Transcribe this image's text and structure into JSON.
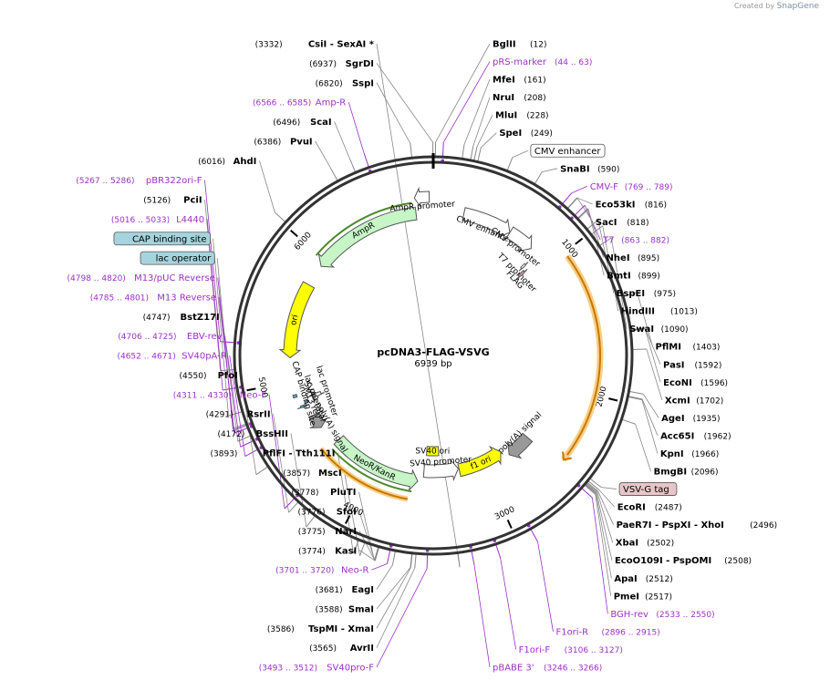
{
  "credit": {
    "prefix": "Created by",
    "brand": "SnapGene"
  },
  "plasmid": {
    "name": "pcDNA3-FLAG-VSVG",
    "length_label": "6939 bp",
    "length": 6939
  },
  "ticks": [
    {
      "bp": 1000,
      "label": "1000"
    },
    {
      "bp": 2000,
      "label": "2000"
    },
    {
      "bp": 3000,
      "label": "3000"
    },
    {
      "bp": 4000,
      "label": "4000"
    },
    {
      "bp": 5000,
      "label": "5000"
    },
    {
      "bp": 6000,
      "label": "6000"
    }
  ],
  "features": [
    {
      "name": "CMV enhancer",
      "start": 235,
      "end": 614,
      "dir": 1,
      "color": "#ffffff",
      "label": "CMV enhancer"
    },
    {
      "name": "CMV promoter",
      "start": 615,
      "end": 818,
      "dir": 1,
      "color": "#ffffff",
      "label": "CMV promoter"
    },
    {
      "name": "T7 promoter",
      "start": 863,
      "end": 881,
      "dir": 1,
      "color": "#ffffff",
      "label": "T7 promoter"
    },
    {
      "name": "FLAG",
      "start": 899,
      "end": 922,
      "dir": 1,
      "color": "#cc99b2",
      "label": "FLAG"
    },
    {
      "name": "VSV-G",
      "start": 1030,
      "end": 2480,
      "dir": 1,
      "color": "#f5a623",
      "label": "VSV-G tag"
    },
    {
      "name": "bGH poly(A) signal",
      "start": 2525,
      "end": 2749,
      "dir": 1,
      "color": "#999999",
      "label": "bGH poly(A) signal"
    },
    {
      "name": "f1 ori",
      "start": 2795,
      "end": 3223,
      "dir": -1,
      "color": "#ffff00",
      "label": "f1 ori"
    },
    {
      "name": "SV40 promoter",
      "start": 3229,
      "end": 3558,
      "dir": -1,
      "color": "#ffffff",
      "label": "SV40 promoter"
    },
    {
      "name": "SV40 ori",
      "start": 3409,
      "end": 3544,
      "dir": 0,
      "color": "#ffff00",
      "label": "SV40 ori"
    },
    {
      "name": "NeoR/KanR",
      "start": 3605,
      "end": 4399,
      "dir": -1,
      "color": "#c6f5c6",
      "label": "NeoR/KanR"
    },
    {
      "name": "SV40 poly(A) signal",
      "start": 4573,
      "end": 4694,
      "dir": -1,
      "color": "#999999",
      "label": "SV40 poly(A) signal"
    },
    {
      "name": "M13 rev",
      "start": 4785,
      "end": 4801,
      "dir": -1,
      "color": "#33bbcc",
      "label": "M13 rev"
    },
    {
      "name": "lac operator",
      "start": 4809,
      "end": 4825,
      "dir": 0,
      "color": "#33bbcc",
      "label": "lac operator"
    },
    {
      "name": "lac promoter",
      "start": 4833,
      "end": 4863,
      "dir": -1,
      "color": "#ffffff",
      "label": "lac promoter"
    },
    {
      "name": "CAP binding site",
      "start": 4878,
      "end": 4899,
      "dir": 0,
      "color": "#33bbcc",
      "label": "CAP binding site"
    },
    {
      "name": "ori",
      "start": 5187,
      "end": 5775,
      "dir": -1,
      "color": "#ffff00",
      "label": "ori"
    },
    {
      "name": "AmpR",
      "start": 5946,
      "end": 6806,
      "dir": -1,
      "color": "#c6f5c6",
      "label": "AmpR"
    },
    {
      "name": "AmpR promoter",
      "start": 6807,
      "end": 6911,
      "dir": -1,
      "color": "#ffffff",
      "label": "AmpR promoter"
    }
  ],
  "labels": [
    {
      "pos": "(6937)",
      "name": "SgrDI",
      "bp": 6937,
      "type": "enzyme"
    },
    {
      "name": "BglII",
      "pos": "(12)",
      "bp": 12,
      "type": "enzyme"
    },
    {
      "name": "pRS-marker",
      "pos": "(44 .. 63)",
      "bp": 53,
      "type": "primer"
    },
    {
      "pos": "(6820)",
      "name": "SspI",
      "bp": 6820,
      "type": "enzyme"
    },
    {
      "pos": "(6566 .. 6585)",
      "name": "Amp-R",
      "bp": 6575,
      "type": "primer"
    },
    {
      "name": "MfeI",
      "pos": "(161)",
      "bp": 161,
      "type": "enzyme"
    },
    {
      "name": "NruI",
      "pos": "(208)",
      "bp": 208,
      "type": "enzyme"
    },
    {
      "pos": "(6496)",
      "name": "ScaI",
      "bp": 6496,
      "type": "enzyme"
    },
    {
      "name": "MluI",
      "pos": "(228)",
      "bp": 228,
      "type": "enzyme"
    },
    {
      "pos": "(6386)",
      "name": "PvuI",
      "bp": 6386,
      "type": "enzyme"
    },
    {
      "name": "SpeI",
      "pos": "(249)",
      "bp": 249,
      "type": "enzyme"
    },
    {
      "name": "CMV enhancer",
      "pos": "",
      "bp": 420,
      "type": "feature-box"
    },
    {
      "name": "SnaBI",
      "pos": "(590)",
      "bp": 590,
      "type": "enzyme"
    },
    {
      "name": "CMV-F",
      "pos": "(769 .. 789)",
      "bp": 779,
      "type": "primer"
    },
    {
      "pos": "(6016)",
      "name": "AhdI",
      "bp": 6016,
      "type": "enzyme"
    },
    {
      "name": "Eco53kI",
      "pos": "(816)",
      "bp": 816,
      "type": "enzyme"
    },
    {
      "name": "SacI",
      "pos": "(818)",
      "bp": 818,
      "type": "enzyme"
    },
    {
      "name": "T7",
      "pos": "(863 .. 882)",
      "bp": 872,
      "type": "primer"
    },
    {
      "name": "NheI",
      "pos": "(895)",
      "bp": 895,
      "type": "enzyme"
    },
    {
      "name": "BmtI",
      "pos": "(899)",
      "bp": 899,
      "type": "enzyme"
    },
    {
      "name": "BspEI",
      "pos": "(975)",
      "bp": 975,
      "type": "enzyme"
    },
    {
      "name": "HindIII",
      "pos": "(1013)",
      "bp": 1013,
      "type": "enzyme"
    },
    {
      "name": "SwaI",
      "pos": "(1090)",
      "bp": 1090,
      "type": "enzyme"
    },
    {
      "name": "PflMI",
      "pos": "(1403)",
      "bp": 1403,
      "type": "enzyme"
    },
    {
      "pos": "(5267 .. 5286)",
      "name": "pBR322ori-F",
      "bp": 5276,
      "type": "primer"
    },
    {
      "pos": "(5126)",
      "name": "PciI",
      "bp": 5126,
      "type": "enzyme"
    },
    {
      "name": "PasI",
      "pos": "(1592)",
      "bp": 1592,
      "type": "enzyme"
    },
    {
      "name": "EcoNI",
      "pos": "(1596)",
      "bp": 1596,
      "type": "enzyme"
    },
    {
      "pos": "(5016 .. 5033)",
      "name": "L4440",
      "bp": 5024,
      "type": "primer"
    },
    {
      "name": "XcmI",
      "pos": "(1702)",
      "bp": 1702,
      "type": "enzyme"
    },
    {
      "name": "CAP binding site",
      "pos": "",
      "bp": 4888,
      "type": "feature-box"
    },
    {
      "pos": "(4798 .. 4820)",
      "name": "M13/pUC Reverse",
      "bp": 4809,
      "type": "primer"
    },
    {
      "name": "lac operator",
      "pos": "",
      "bp": 4817,
      "type": "feature-box"
    },
    {
      "name": "AgeI",
      "pos": "(1935)",
      "bp": 1935,
      "type": "enzyme"
    },
    {
      "pos": "(4785 .. 4801)",
      "name": "M13 Reverse",
      "bp": 4793,
      "type": "primer"
    },
    {
      "name": "Acc65I",
      "pos": "(1962)",
      "bp": 1962,
      "type": "enzyme"
    },
    {
      "name": "KpnI",
      "pos": "(1966)",
      "bp": 1966,
      "type": "enzyme"
    },
    {
      "pos": "(4747)",
      "name": "BstZ17I",
      "bp": 4747,
      "type": "enzyme"
    },
    {
      "pos": "(4706 .. 4725)",
      "name": "EBV-rev",
      "bp": 4715,
      "type": "primer"
    },
    {
      "name": "BmgBI",
      "pos": "(2096)",
      "bp": 2096,
      "type": "enzyme"
    },
    {
      "pos": "(4652 .. 4671)",
      "name": "SV40pA-R",
      "bp": 4661,
      "type": "primer"
    },
    {
      "pos": "(4550)",
      "name": "PfoI",
      "bp": 4550,
      "type": "enzyme"
    },
    {
      "pos": "(4311 .. 4330)",
      "name": "Neo-F",
      "bp": 4320,
      "type": "primer"
    },
    {
      "name": "VSV-G tag",
      "pos": "",
      "bp": 2470,
      "type": "feature-box-pink"
    },
    {
      "pos": "(4291)",
      "name": "RsrII",
      "bp": 4291,
      "type": "enzyme"
    },
    {
      "name": "EcoRI",
      "pos": "(2487)",
      "bp": 2487,
      "type": "enzyme"
    },
    {
      "pos": "(4172)",
      "name": "BssHII",
      "bp": 4172,
      "type": "enzyme"
    }
  ],
  "labels_extra": [
    {
      "name": "PaeR7I - PspXI - XhoI",
      "pos": "(2496)",
      "bp": 2496,
      "type": "enzyme"
    },
    {
      "pos": "(3893)",
      "name": "PflFI - Tth111I",
      "bp": 3893,
      "type": "enzyme"
    },
    {
      "name": "XbaI",
      "pos": "(2502)",
      "bp": 2502,
      "type": "enzyme"
    },
    {
      "pos": "(3857)",
      "name": "MscI",
      "bp": 3857,
      "type": "enzyme"
    },
    {
      "name": "EcoO109I - PspOMI",
      "pos": "(2508)",
      "bp": 2508,
      "type": "enzyme"
    },
    {
      "pos": "(3778)",
      "name": "PluTI",
      "bp": 3778,
      "type": "enzyme"
    },
    {
      "name": "ApaI",
      "pos": "(2512)",
      "bp": 2512,
      "type": "enzyme"
    },
    {
      "pos": "(3776)",
      "name": "SfoI",
      "bp": 3776,
      "type": "enzyme"
    },
    {
      "name": "PmeI",
      "pos": "(2517)",
      "bp": 2517,
      "type": "enzyme"
    },
    {
      "pos": "(3775)",
      "name": "NarI",
      "bp": 3775,
      "type": "enzyme"
    },
    {
      "name": "BGH-rev",
      "pos": "(2533 .. 2550)",
      "bp": 2541,
      "type": "primer"
    },
    {
      "pos": "(3774)",
      "name": "KasI",
      "bp": 3774,
      "type": "enzyme"
    },
    {
      "pos": "(3701 .. 3720)",
      "name": "Neo-R",
      "bp": 3710,
      "type": "primer"
    },
    {
      "name": "F1ori-R",
      "pos": "(2896 .. 2915)",
      "bp": 2905,
      "type": "primer"
    },
    {
      "pos": "(3681)",
      "name": "EagI",
      "bp": 3681,
      "type": "enzyme"
    },
    {
      "pos": "(3588)",
      "name": "SmaI",
      "bp": 3588,
      "type": "enzyme"
    },
    {
      "name": "F1ori-F",
      "pos": "(3106 .. 3127)",
      "bp": 3116,
      "type": "primer"
    },
    {
      "pos": "(3586)",
      "name": "TspMI - XmaI",
      "bp": 3586,
      "type": "enzyme"
    },
    {
      "name": "pBABE 3'",
      "pos": "(3246 .. 3266)",
      "bp": 3256,
      "type": "primer"
    },
    {
      "pos": "(3565)",
      "name": "AvrII",
      "bp": 3565,
      "type": "enzyme"
    },
    {
      "pos": "(3493 .. 3512)",
      "name": "SV40pro-F",
      "bp": 3502,
      "type": "primer"
    },
    {
      "name": "CsiI - SexAI *",
      "pos": "(3332)",
      "bp": 3332,
      "type": "enzyme"
    }
  ],
  "colors": {
    "enzyme": "#000000",
    "primer": "#9b30c8",
    "ring": "#333333",
    "leader": "#888888"
  }
}
